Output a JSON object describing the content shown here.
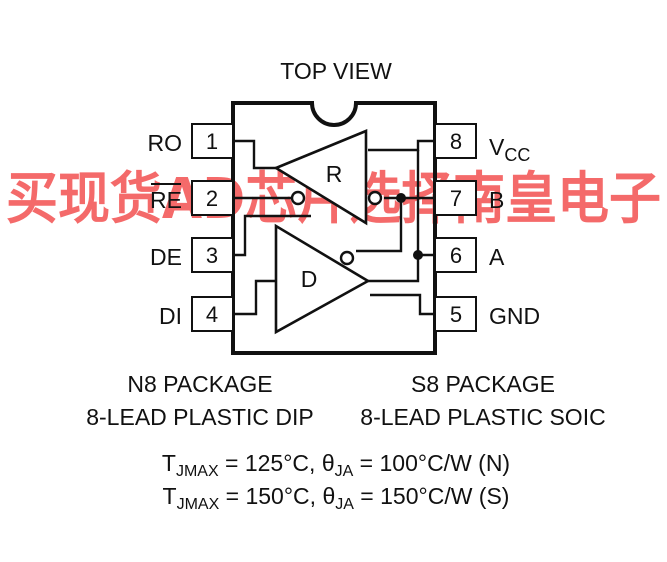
{
  "watermark": {
    "text": "买现货AD芯片选择南皇电子",
    "color": "#f24a4a"
  },
  "diagram": {
    "top_view_label": "TOP VIEW",
    "pins_left": [
      {
        "number": "1",
        "name": "RO"
      },
      {
        "number": "2",
        "name": "RE"
      },
      {
        "number": "3",
        "name": "DE"
      },
      {
        "number": "4",
        "name": "DI"
      }
    ],
    "pins_right": [
      {
        "number": "8",
        "name": "V",
        "subscript": "CC"
      },
      {
        "number": "7",
        "name": "B"
      },
      {
        "number": "6",
        "name": "A"
      },
      {
        "number": "5",
        "name": "GND"
      }
    ],
    "receiver_label": "R",
    "driver_label": "D"
  },
  "packages": {
    "left": {
      "line1": "N8 PACKAGE",
      "line2": "8-LEAD PLASTIC DIP"
    },
    "right": {
      "line1": "S8 PACKAGE",
      "line2": "8-LEAD PLASTIC SOIC"
    }
  },
  "thermal": [
    {
      "t": "T",
      "t_sub": "JMAX",
      "t_val": " = 125°C, ",
      "theta": "θ",
      "theta_sub": "JA",
      "theta_val": " = 100°C/W (N)"
    },
    {
      "t": "T",
      "t_sub": "JMAX",
      "t_val": " = 150°C, ",
      "theta": "θ",
      "theta_sub": "JA",
      "theta_val": " = 150°C/W (S)"
    }
  ]
}
